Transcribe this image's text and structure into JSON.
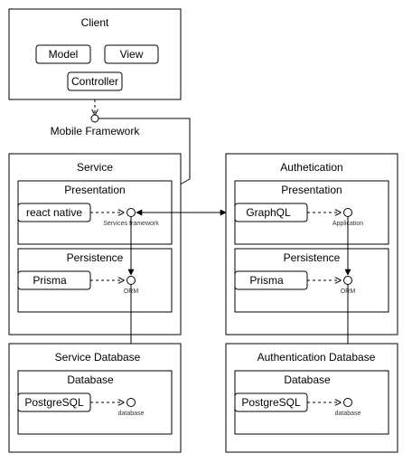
{
  "client": {
    "title": "Client",
    "model": "Model",
    "view": "View",
    "controller": "Controller"
  },
  "mobile_framework": "Mobile Framework",
  "service": {
    "title": "Service",
    "presentation": {
      "title": "Presentation",
      "component": "react native",
      "interface": "Services framework"
    },
    "persistence": {
      "title": "Persistence",
      "component": "Prisma",
      "interface": "ORM"
    }
  },
  "authentication": {
    "title": "Authetication",
    "presentation": {
      "title": "Presentation",
      "component": "GraphQL",
      "interface": "Application"
    },
    "persistence": {
      "title": "Persistence",
      "component": "Prisma",
      "interface": "ORM"
    }
  },
  "service_database": {
    "title": "Service Database",
    "database": {
      "title": "Database",
      "component": "PostgreSQL",
      "interface": "database"
    }
  },
  "authentication_database": {
    "title": "Authentication Database",
    "database": {
      "title": "Database",
      "component": "PostgreSQL",
      "interface": "database"
    }
  }
}
